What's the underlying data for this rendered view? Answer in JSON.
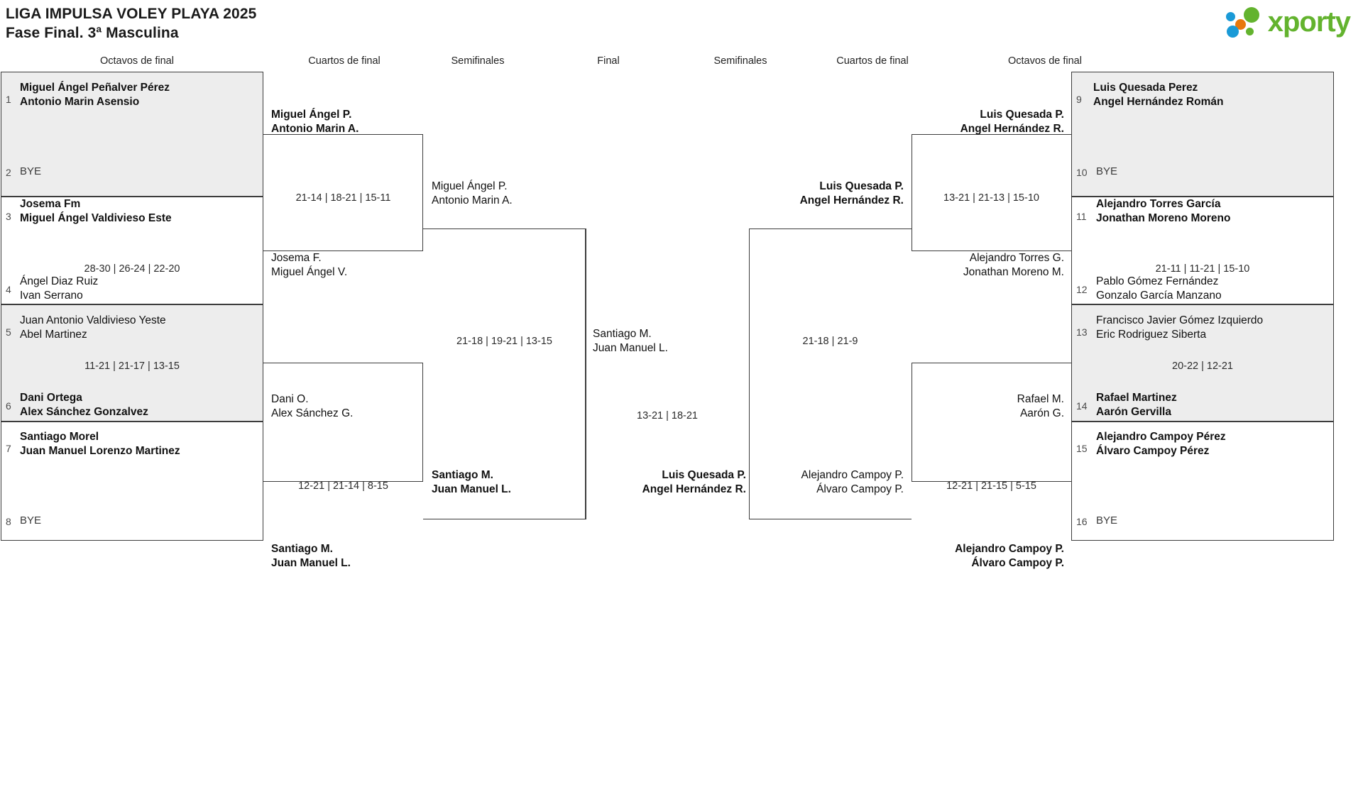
{
  "header": {
    "title_line1": "LIGA IMPULSA VOLEY PLAYA 2025",
    "title_line2": "Fase Final. 3ª Masculina",
    "logo_text": "xporty",
    "logo_colors": {
      "green": "#63b32e",
      "blue": "#1a9ad7",
      "orange": "#e8780c"
    }
  },
  "round_headers": {
    "r16_left": "Octavos de final",
    "qf_left": "Cuartos de final",
    "sf_left": "Semifinales",
    "final": "Final",
    "sf_right": "Semifinales",
    "qf_right": "Cuartos de final",
    "r16_right": "Octavos de final"
  },
  "r16_left": [
    {
      "seed_top": "1",
      "seed_bottom": "2",
      "top_l1": "Miguel Ángel Peñalver Pérez",
      "top_l2": "Antonio Marin Asensio",
      "bottom_l1": "BYE",
      "bottom_l2": "",
      "score": "",
      "shaded": true,
      "top_win": true,
      "bottom_win": false
    },
    {
      "seed_top": "3",
      "seed_bottom": "4",
      "top_l1": "Josema Fm",
      "top_l2": "Miguel Ángel Valdivieso Este",
      "bottom_l1": "Ángel Diaz Ruiz",
      "bottom_l2": "Ivan Serrano",
      "score": "28-30 | 26-24 | 22-20",
      "shaded": false,
      "top_win": true,
      "bottom_win": false
    },
    {
      "seed_top": "5",
      "seed_bottom": "6",
      "top_l1": "Juan Antonio Valdivieso Yeste",
      "top_l2": "Abel Martinez",
      "bottom_l1": "Dani Ortega",
      "bottom_l2": "Alex Sánchez Gonzalvez",
      "score": "11-21 | 21-17 | 13-15",
      "shaded": true,
      "top_win": false,
      "bottom_win": true
    },
    {
      "seed_top": "7",
      "seed_bottom": "8",
      "top_l1": "Santiago Morel",
      "top_l2": "Juan Manuel Lorenzo Martinez",
      "bottom_l1": "BYE",
      "bottom_l2": "",
      "score": "",
      "shaded": false,
      "top_win": true,
      "bottom_win": false
    }
  ],
  "qf_left": [
    {
      "top_l1": "Miguel Ángel P.",
      "top_l2": "Antonio Marin A.",
      "bottom_l1": "Josema F.",
      "bottom_l2": "Miguel Ángel V.",
      "score": "21-14 | 18-21 | 15-11",
      "top_win": true,
      "bottom_win": false
    },
    {
      "top_l1": "Dani O.",
      "top_l2": "Alex Sánchez G.",
      "bottom_l1": "Santiago M.",
      "bottom_l2": "Juan Manuel L.",
      "score": "12-21 | 21-14 | 8-15",
      "top_win": false,
      "bottom_win": true
    }
  ],
  "sf_left": {
    "top_l1": "Miguel Ángel P.",
    "top_l2": "Antonio Marin A.",
    "bottom_l1": "Santiago M.",
    "bottom_l2": "Juan Manuel L.",
    "score": "21-18 | 19-21 | 13-15",
    "top_win": false,
    "bottom_win": true
  },
  "final": {
    "left_l1": "Santiago M.",
    "left_l2": "Juan Manuel L.",
    "right_l1": "Luis Quesada P.",
    "right_l2": "Angel Hernández R.",
    "score": "13-21 | 18-21",
    "left_win": false,
    "right_win": true
  },
  "sf_right": {
    "top_l1": "Luis Quesada P.",
    "top_l2": "Angel Hernández R.",
    "bottom_l1": "Alejandro Campoy P.",
    "bottom_l2": "Álvaro Campoy P.",
    "score": "21-18 | 21-9",
    "top_win": true,
    "bottom_win": false
  },
  "qf_right": [
    {
      "top_l1": "Luis Quesada P.",
      "top_l2": "Angel Hernández R.",
      "bottom_l1": "Alejandro Torres G.",
      "bottom_l2": "Jonathan Moreno M.",
      "score": "13-21 | 21-13 | 15-10",
      "top_win": true,
      "bottom_win": false
    },
    {
      "top_l1": "Rafael M.",
      "top_l2": "Aarón G.",
      "bottom_l1": "Alejandro Campoy P.",
      "bottom_l2": "Álvaro Campoy P.",
      "score": "12-21 | 21-15 | 5-15",
      "top_win": false,
      "bottom_win": true
    }
  ],
  "r16_right": [
    {
      "seed_top": "9",
      "seed_bottom": "10",
      "top_l1": "Luis Quesada Perez",
      "top_l2": "Angel Hernández Román",
      "bottom_l1": "BYE",
      "bottom_l2": "",
      "score": "",
      "shaded": true,
      "top_win": true,
      "bottom_win": false
    },
    {
      "seed_top": "11",
      "seed_bottom": "12",
      "top_l1": "Alejandro Torres García",
      "top_l2": "Jonathan Moreno Moreno",
      "bottom_l1": "Pablo Gómez Fernández",
      "bottom_l2": "Gonzalo García Manzano",
      "score": "21-11 | 11-21 | 15-10",
      "shaded": false,
      "top_win": true,
      "bottom_win": false
    },
    {
      "seed_top": "13",
      "seed_bottom": "14",
      "top_l1": "Francisco Javier Gómez Izquierdo",
      "top_l2": "Eric Rodriguez Siberta",
      "bottom_l1": "Rafael Martinez",
      "bottom_l2": "Aarón Gervilla",
      "score": "20-22 | 12-21",
      "shaded": true,
      "top_win": false,
      "bottom_win": true
    },
    {
      "seed_top": "15",
      "seed_bottom": "16",
      "top_l1": "Alejandro Campoy Pérez",
      "top_l2": "Álvaro Campoy Pérez",
      "bottom_l1": "BYE",
      "bottom_l2": "",
      "score": "",
      "shaded": false,
      "top_win": true,
      "bottom_win": false
    }
  ]
}
